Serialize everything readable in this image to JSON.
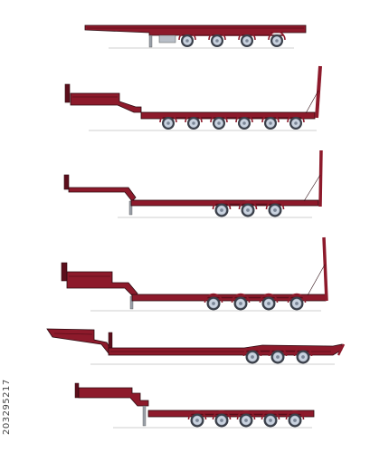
{
  "image": {
    "stock_id": "203295217",
    "colors": {
      "body": "#8d1a2b",
      "body_dark": "#5c0e1b",
      "outline": "#2b0a10",
      "wheel_rim": "#c9d2df",
      "wheel_tire": "#3a3f49",
      "hub": "#7b8697",
      "ground": "#cfcfcf",
      "leg": "#9aa0a8"
    },
    "trailers": [
      {
        "id": "trailer-1",
        "type": "flatbed-semitrailer",
        "axles": 4
      },
      {
        "id": "trailer-2",
        "type": "lowbed-with-ramps",
        "axles": 6
      },
      {
        "id": "trailer-3",
        "type": "lowbed-three-axle",
        "axles": 3
      },
      {
        "id": "trailer-4",
        "type": "lowbed-four-axle",
        "axles": 4
      },
      {
        "id": "trailer-5",
        "type": "stepdeck-three-axle",
        "axles": 3
      },
      {
        "id": "trailer-6",
        "type": "semi-lowbed-five-axle",
        "axles": 5
      }
    ]
  }
}
